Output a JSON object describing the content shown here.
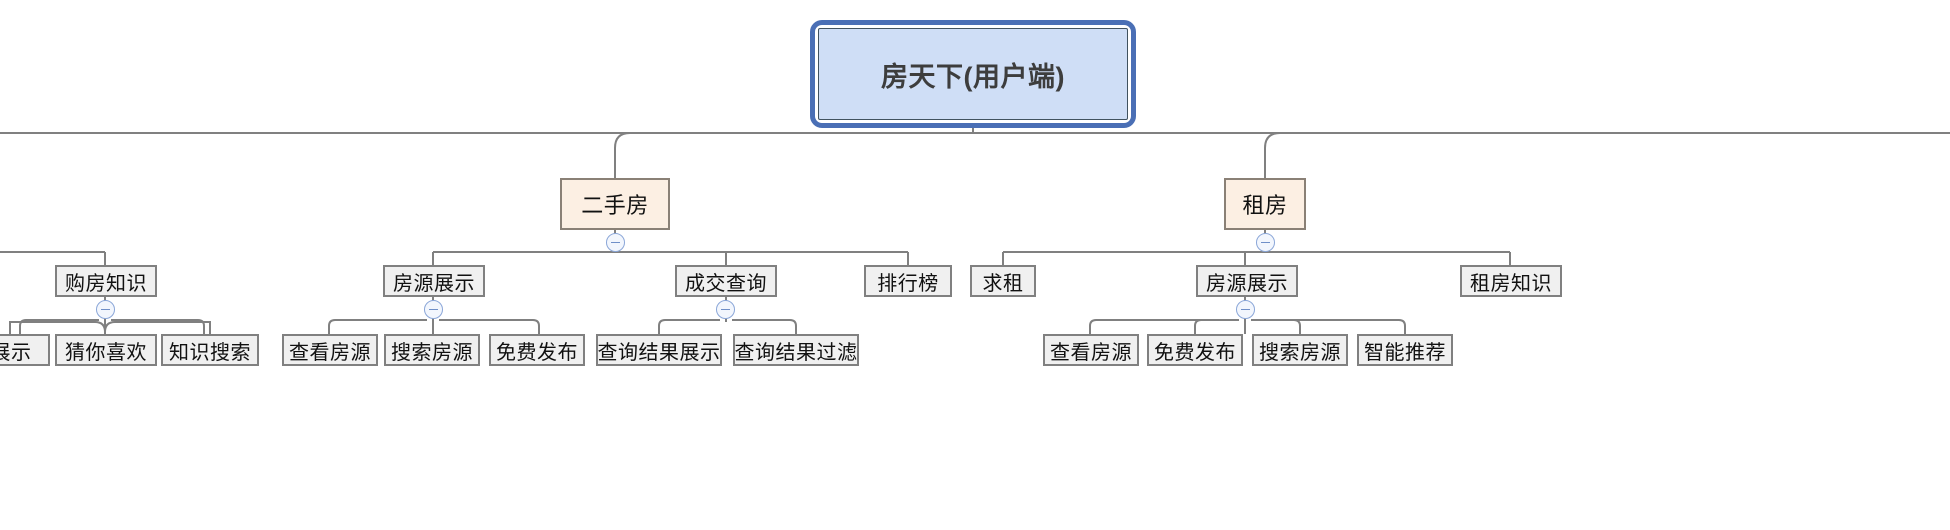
{
  "diagram": {
    "title": "房天下(用户端)",
    "type": "mindmap-tree",
    "background_color": "#ffffff",
    "edge_color": "#808080",
    "colors": {
      "root_fill": "#cfdef6",
      "root_border": "#4a6fb5",
      "level2_fill": "#fcefe3",
      "level2_border": "#8a8076",
      "leaf_fill": "#f0f0f0",
      "leaf_border": "#808080",
      "toggle_border": "#8aa6d8",
      "toggle_fill": "#f2f6fd"
    }
  },
  "root": {
    "label": "房天下(用户端)"
  },
  "nodes": {
    "ershoufang": {
      "label": "二手房"
    },
    "zufang": {
      "label": "租房"
    },
    "gouFangZhishi": {
      "label": "购房知识"
    },
    "fangyuanZhanshi_1": {
      "label": "房源展示"
    },
    "chengjiaoChaxun": {
      "label": "成交查询"
    },
    "paihangbang": {
      "label": "排行榜"
    },
    "qiuzu": {
      "label": "求租"
    },
    "fangyuanZhanshi_2": {
      "label": "房源展示"
    },
    "zuFangZhishi": {
      "label": "租房知识"
    },
    "zhanshi_clipped": {
      "label": "展示"
    },
    "caiNiXihuan": {
      "label": "猜你喜欢"
    },
    "zhishiSousuo": {
      "label": "知识搜索"
    },
    "chakanFangyuan_1": {
      "label": "查看房源"
    },
    "sousuoFangyuan_1": {
      "label": "搜索房源"
    },
    "mianfeiFabu_1": {
      "label": "免费发布"
    },
    "chaxunJieguoZhanshi": {
      "label": "查询结果展示"
    },
    "chaxunJieguoGuolv": {
      "label": "查询结果过滤"
    },
    "chakanFangyuan_2": {
      "label": "查看房源"
    },
    "mianfeiFabu_2": {
      "label": "免费发布"
    },
    "sousuoFangyuan_2": {
      "label": "搜索房源"
    },
    "zhinengTuijian": {
      "label": "智能推荐"
    }
  },
  "toggles": {
    "collapse_symbol": "minus-circle-icon",
    "state": "expanded"
  }
}
